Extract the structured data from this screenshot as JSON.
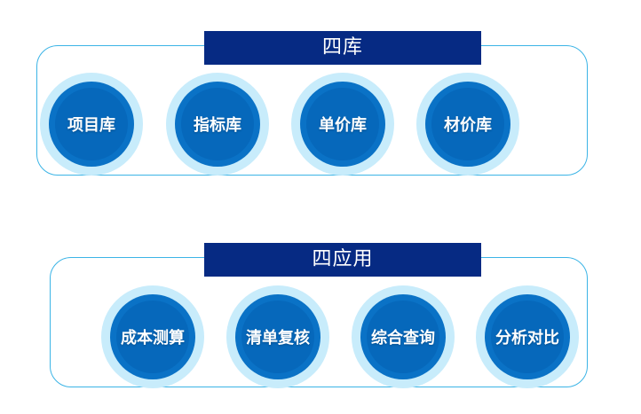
{
  "groups": [
    {
      "title": "四库",
      "items": [
        "项目库",
        "指标库",
        "单价库",
        "材价库"
      ]
    },
    {
      "title": "四应用",
      "items": [
        "成本测算",
        "清单复核",
        "综合查询",
        "分析对比"
      ]
    }
  ],
  "colors": {
    "banner": "#062a83",
    "panel_border": "#3bb4e6",
    "circle_halo": "#c8ecfb",
    "circle_fill": "#0a72c6",
    "text": "#ffffff"
  }
}
